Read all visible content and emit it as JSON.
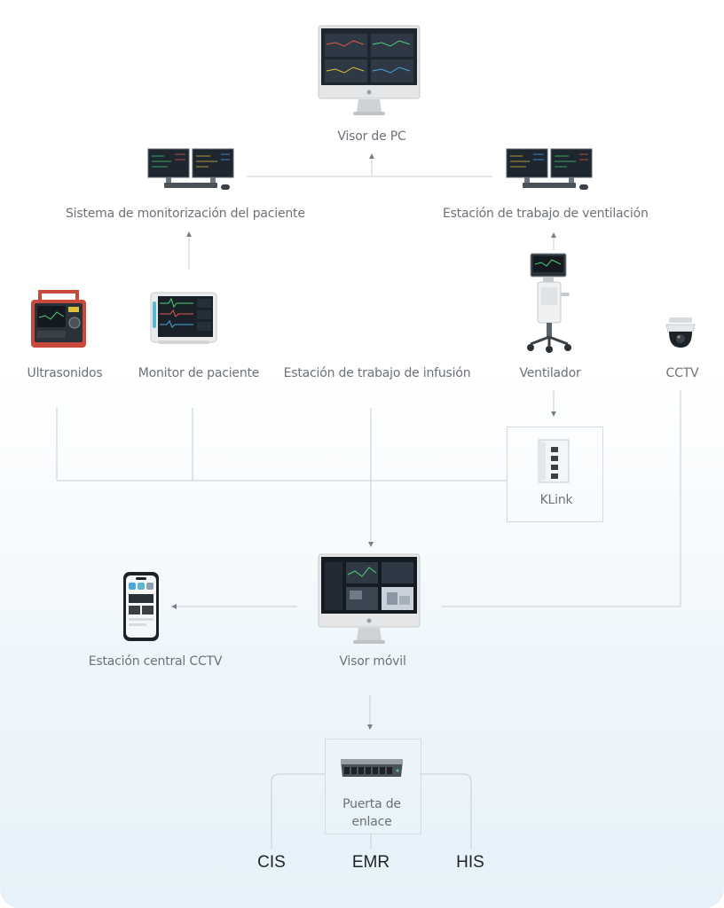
{
  "nodes": {
    "pc_viewer": "Visor de PC",
    "patient_monitoring_system": "Sistema de monitorización del paciente",
    "ventilation_workstation": "Estación de trabajo de ventilación",
    "ultrasound": "Ultrasonidos",
    "patient_monitor": "Monitor de paciente",
    "infusion_workstation": "Estación de trabajo de infusión",
    "ventilator": "Ventilador",
    "cctv": "CCTV",
    "klink": "KLink",
    "cctv_central_station": "Estación central CCTV",
    "mobile_viewer": "Visor móvil",
    "gateway_line1": "Puerta de",
    "gateway_line2": "enlace"
  },
  "systems": [
    "CIS",
    "EMR",
    "HIS"
  ],
  "colors": {
    "connector": "#c9cdd1",
    "label": "#6b7178",
    "system_label": "#1d2227",
    "background_bottom": "#e6f1f9"
  }
}
